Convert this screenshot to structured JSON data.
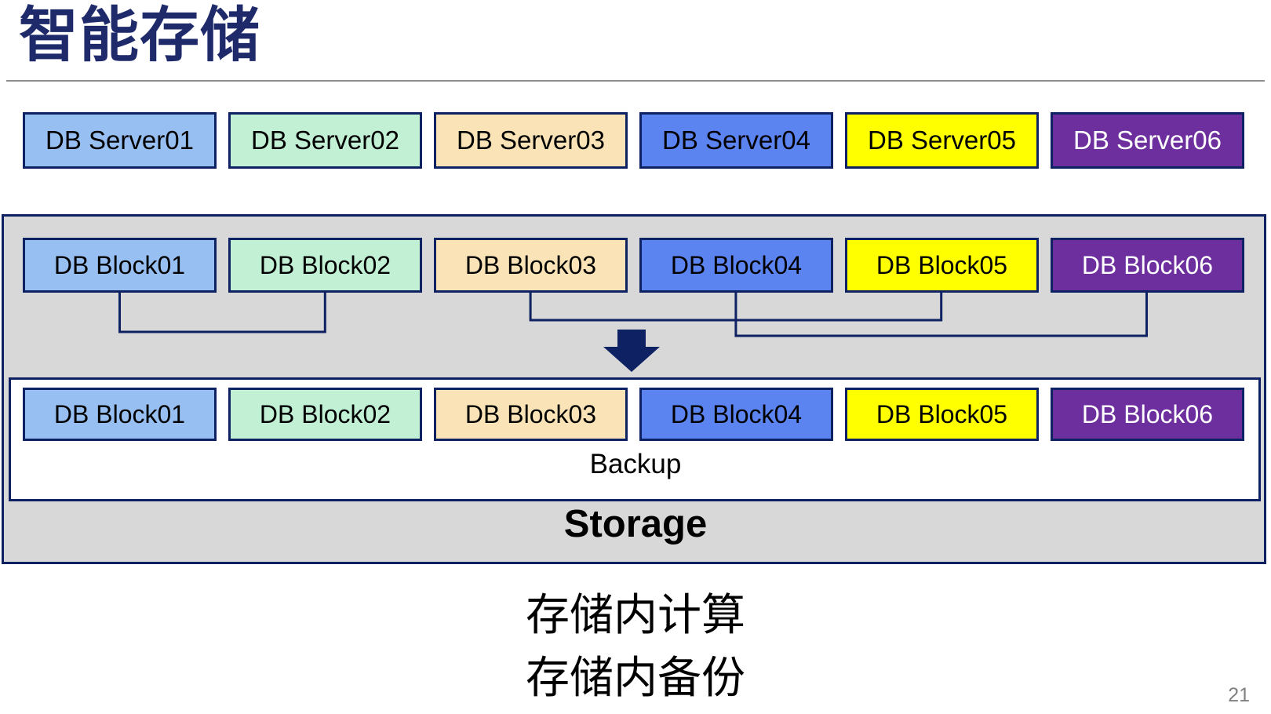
{
  "title": "智能存储",
  "colors": {
    "navy": "#0e2162",
    "title_navy": "#1f2a6b",
    "divider_gray": "#8e8e8e",
    "panel_gray": "#d8d8d8",
    "page_number_gray": "#808080"
  },
  "servers": [
    {
      "label": "DB Server01",
      "fill": "#98bff2",
      "text": "#000000"
    },
    {
      "label": "DB Server02",
      "fill": "#c1f0d5",
      "text": "#000000"
    },
    {
      "label": "DB Server03",
      "fill": "#fae3b6",
      "text": "#000000"
    },
    {
      "label": "DB Server04",
      "fill": "#5c84f1",
      "text": "#000000"
    },
    {
      "label": "DB Server05",
      "fill": "#ffff00",
      "text": "#000000"
    },
    {
      "label": "DB Server06",
      "fill": "#6d2f9e",
      "text": "#ffffff"
    }
  ],
  "storage_panel": {
    "blocks_top": [
      {
        "label": "DB Block01",
        "fill": "#98bff2",
        "text": "#000000"
      },
      {
        "label": "DB Block02",
        "fill": "#c1f0d5",
        "text": "#000000"
      },
      {
        "label": "DB Block03",
        "fill": "#fae3b6",
        "text": "#000000"
      },
      {
        "label": "DB Block04",
        "fill": "#5c84f1",
        "text": "#000000"
      },
      {
        "label": "DB Block05",
        "fill": "#ffff00",
        "text": "#000000"
      },
      {
        "label": "DB Block06",
        "fill": "#6d2f9e",
        "text": "#ffffff"
      }
    ],
    "blocks_bottom": [
      {
        "label": "DB Block01",
        "fill": "#98bff2",
        "text": "#000000"
      },
      {
        "label": "DB Block02",
        "fill": "#c1f0d5",
        "text": "#000000"
      },
      {
        "label": "DB Block03",
        "fill": "#fae3b6",
        "text": "#000000"
      },
      {
        "label": "DB Block04",
        "fill": "#5c84f1",
        "text": "#000000"
      },
      {
        "label": "DB Block05",
        "fill": "#ffff00",
        "text": "#000000"
      },
      {
        "label": "DB Block06",
        "fill": "#6d2f9e",
        "text": "#ffffff"
      }
    ],
    "backup_label": "Backup",
    "storage_label": "Storage"
  },
  "caption": {
    "line1": "存储内计算",
    "line2": "存储内备份"
  },
  "page_number": "21"
}
